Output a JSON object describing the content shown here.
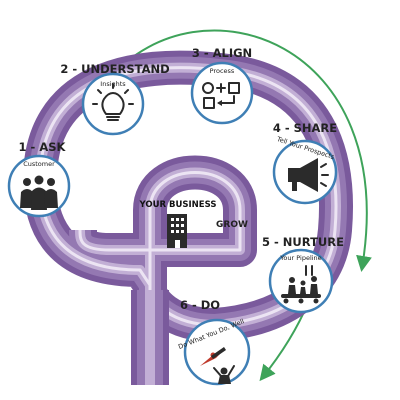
{
  "center": {
    "label": "YOUR BUSINESS",
    "grow_label": "GROW"
  },
  "steps": [
    {
      "title": "1 - ASK",
      "subtitle": "Customer",
      "icon": "group-of-people-icon"
    },
    {
      "title": "2 - UNDERSTAND",
      "subtitle": "Insights",
      "icon": "lightbulb-icon"
    },
    {
      "title": "3 - ALIGN",
      "subtitle": "Process",
      "icon": "process-shapes-icon"
    },
    {
      "title": "4 - SHARE",
      "subtitle": "Tell Your Prospects",
      "icon": "megaphone-icon"
    },
    {
      "title": "5 - NURTURE",
      "subtitle": "Your Pipeline",
      "icon": "family-on-conveyor-icon"
    },
    {
      "title": "6 - DO",
      "subtitle": "Do What You Do, Well",
      "icon": "super-hero-icon"
    }
  ],
  "colors": {
    "purple_dark": "#7a5a9c",
    "purple_mid": "#9478b2",
    "purple_light": "#c2afd5",
    "circle_border": "#3f7fb5",
    "arrow_green": "#3ea35a"
  }
}
